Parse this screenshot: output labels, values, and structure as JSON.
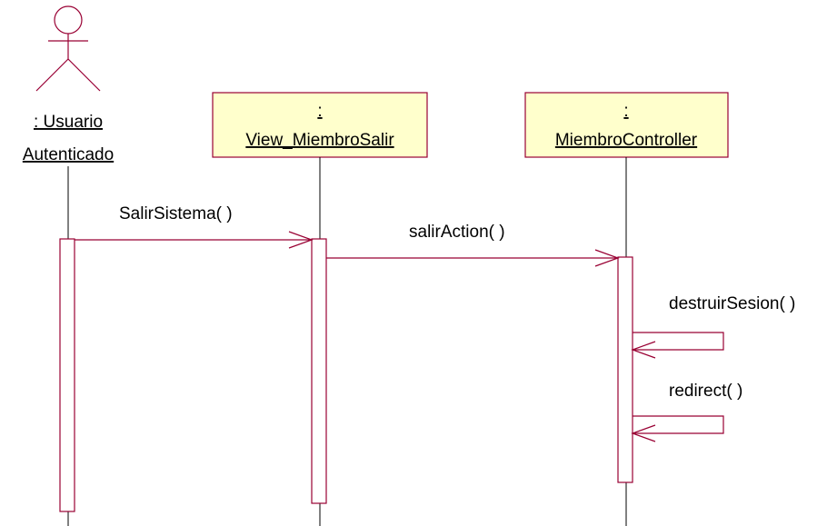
{
  "colors": {
    "line": "#990033",
    "box_fill": "#ffffcc",
    "text": "#000000"
  },
  "actor": {
    "line1": ": Usuario",
    "line2": "Autenticado",
    "icon": "stick-figure-actor-icon"
  },
  "objects": [
    {
      "prefix": ":",
      "name": "View_MiembroSalir"
    },
    {
      "prefix": ":",
      "name": "MiembroController"
    }
  ],
  "messages": [
    {
      "label": "SalirSistema( )"
    },
    {
      "label": "salirAction( )"
    },
    {
      "label": "destruirSesion( )"
    },
    {
      "label": "redirect( )"
    }
  ]
}
